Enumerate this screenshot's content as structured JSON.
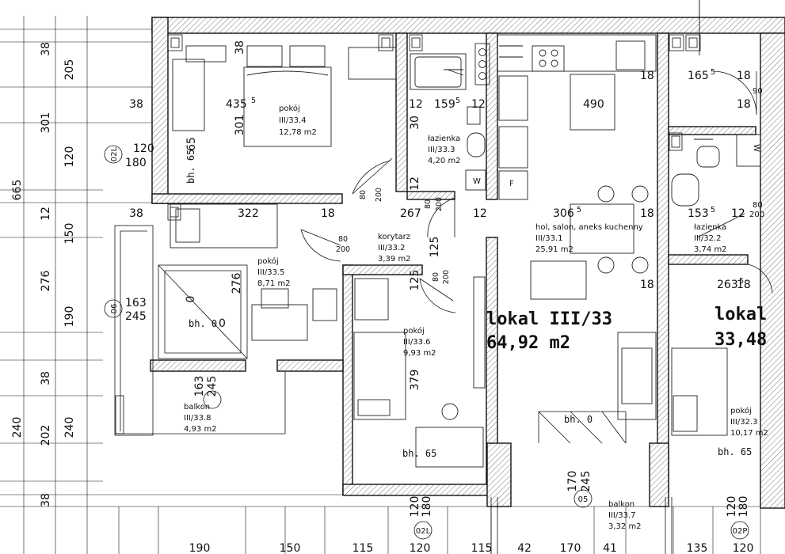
{
  "dims": {
    "left_outer": [
      "38",
      "205",
      "301",
      "120",
      "12",
      "150",
      "276",
      "190",
      "38",
      "202",
      "240",
      "38"
    ],
    "left_outer2": [
      "665",
      "240"
    ],
    "bottom": [
      "190",
      "150",
      "115",
      "120",
      "115",
      "42",
      "170",
      "41",
      "135",
      "120"
    ],
    "d435": "435",
    "d435s": "5",
    "d301": "301",
    "d65a": "65",
    "d38a": "38",
    "d38b": "38",
    "d38c": "38",
    "d12a": "12",
    "d159": "159",
    "d159s": "5",
    "d12b": "12",
    "d30": "30",
    "d490": "490",
    "d18a": "18",
    "d165": "165",
    "d165s": "5",
    "d18b": "18",
    "d90": "90",
    "d18c": "18",
    "d322": "322",
    "d18d": "18",
    "d267": "267",
    "d12c": "12",
    "d306": "306",
    "d306s": "5",
    "d18e": "18",
    "d153": "153",
    "d153s": "5",
    "d12d": "12",
    "d80a": "80",
    "d200a": "200",
    "d18f": "18",
    "d276": "276",
    "d0a": "0",
    "d0b": "0",
    "d163a": "163",
    "d245a": "245",
    "d379": "379",
    "d125a": "125",
    "d125b": "125",
    "d12e": "12",
    "d263": "263",
    "d263s": "5",
    "d18g": "18",
    "d170": "170",
    "d245b": "245",
    "d120a": "120",
    "d180a": "180",
    "d120b": "120",
    "d180b": "180",
    "d120c": "120",
    "d180c": "180",
    "door80": "80",
    "door200": "200"
  },
  "rooms": [
    {
      "name": "pokój",
      "code": "III/33.4",
      "area": "12,78 m2"
    },
    {
      "name": "łazienka",
      "code": "III/33.3",
      "area": "4,20 m2"
    },
    {
      "name": "hol, salon, aneks kuchenny",
      "code": "III/33.1",
      "area": "25,91 m2"
    },
    {
      "name": "korytarz",
      "code": "III/33.2",
      "area": "3,39 m2"
    },
    {
      "name": "pokój",
      "code": "III/33.5",
      "area": "8,71 m2"
    },
    {
      "name": "pokój",
      "code": "III/33.6",
      "area": "9,93 m2"
    },
    {
      "name": "balkon",
      "code": "III/33.8",
      "area": "4,93 m2"
    },
    {
      "name": "balkon",
      "code": "III/33.7",
      "area": "3,32 m2"
    },
    {
      "name": "łazienka",
      "code": "III/32.2",
      "area": "3,74 m2"
    },
    {
      "name": "pokój",
      "code": "III/32.3",
      "area": "10,17 m2"
    }
  ],
  "units": [
    {
      "title": "lokal III/33",
      "area": "64,92 m2"
    },
    {
      "title": "lokal",
      "area": "33,48"
    }
  ],
  "window_tags": [
    "02L",
    "06",
    "05",
    "02L",
    "02P"
  ],
  "bh_labels": [
    "bh. 65",
    "bh. 0",
    "bh. 65",
    "bh. 0",
    "bh. 65"
  ],
  "fixture_marks": [
    "W",
    "F",
    "W"
  ]
}
